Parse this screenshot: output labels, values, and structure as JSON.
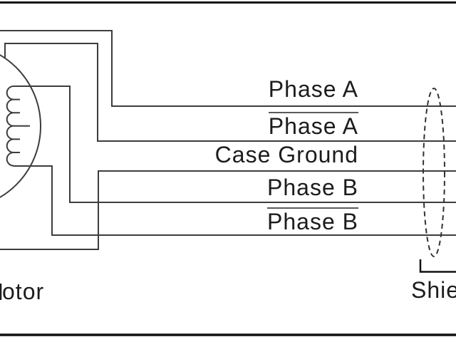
{
  "diagram": {
    "type": "stepper-motor-wiring-diagram",
    "wires": [
      {
        "label": "Phase A",
        "overline": false
      },
      {
        "label": "Phase A",
        "overline": true
      },
      {
        "label": "Case Ground",
        "overline": false
      },
      {
        "label": "Phase B",
        "overline": false
      },
      {
        "label": "Phase B",
        "overline": true
      }
    ],
    "motor": {
      "partial_label": "otor"
    },
    "shield": {
      "partial_label": "Shie"
    },
    "icons": {
      "motor_winding": "motor-winding-coil-icon",
      "motor_body": "motor-circle-icon",
      "shield": "shield-dashed-ellipse-icon",
      "bracket": "shield-bracket-icon"
    },
    "colors": {
      "wire": "#3d3d3d",
      "text": "#1c1c1c",
      "overline": "#5a5a5a",
      "frame_rule": "#111111",
      "background": "#ffffff"
    }
  }
}
